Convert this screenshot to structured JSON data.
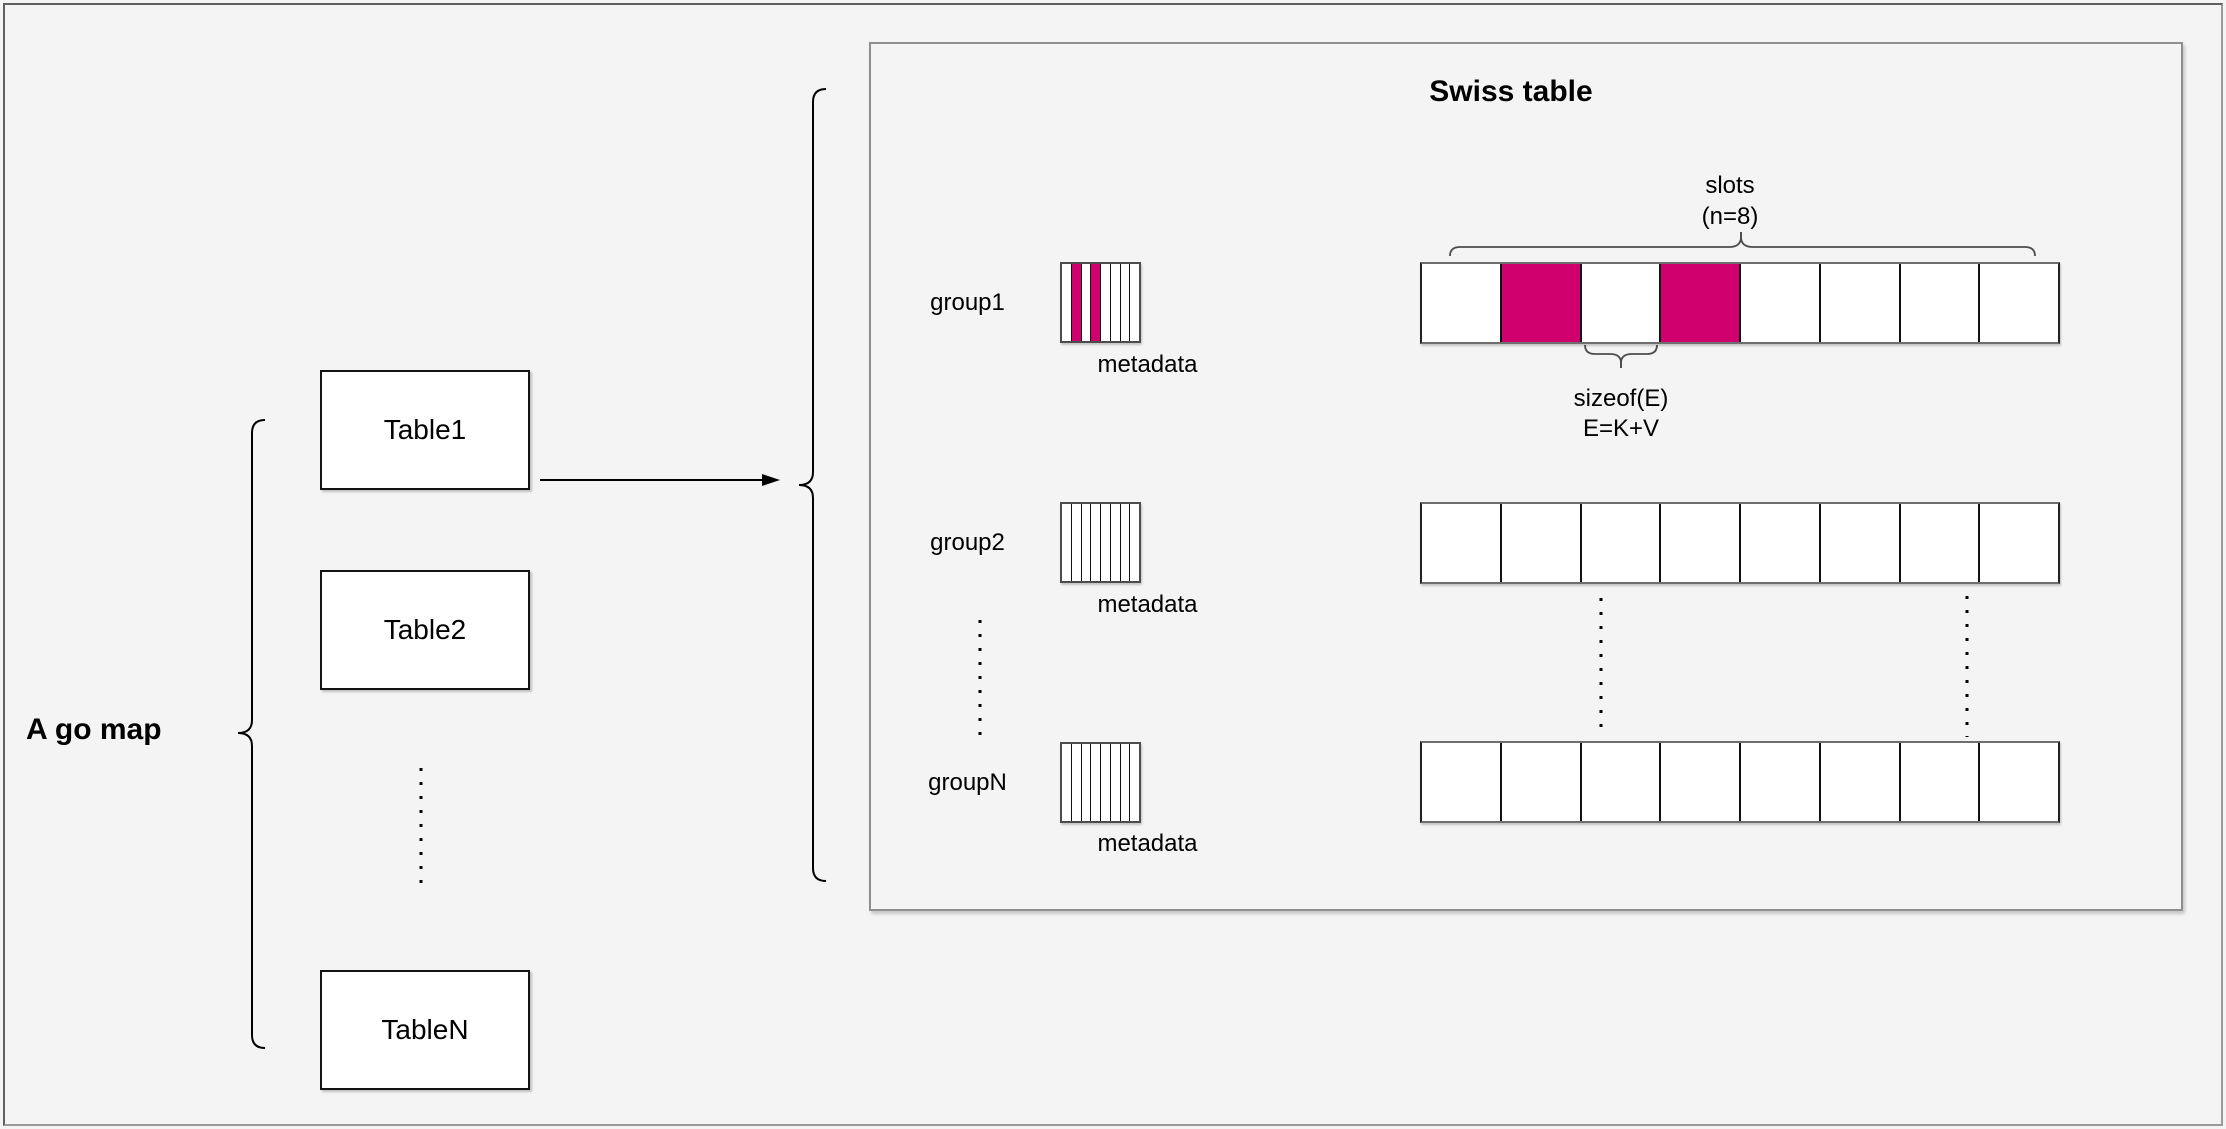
{
  "canvas": {
    "background": "#f4f4f4",
    "accent": "#d0006e"
  },
  "go_map": {
    "label": "A go map",
    "tables": [
      {
        "label": "Table1"
      },
      {
        "label": "Table2"
      },
      {
        "label": "TableN"
      }
    ]
  },
  "swiss_table": {
    "title": "Swiss table",
    "slots_brace_label": {
      "line1": "slots",
      "line2": "(n=8)"
    },
    "entry_size_label": {
      "line1": "sizeof(E)",
      "line2": "E=K+V"
    },
    "metadata_caption": "metadata",
    "slots_per_group": 8,
    "groups": [
      {
        "label": "group1",
        "filled_slots": [
          1,
          3
        ]
      },
      {
        "label": "group2",
        "filled_slots": []
      },
      {
        "label": "groupN",
        "filled_slots": []
      }
    ]
  }
}
